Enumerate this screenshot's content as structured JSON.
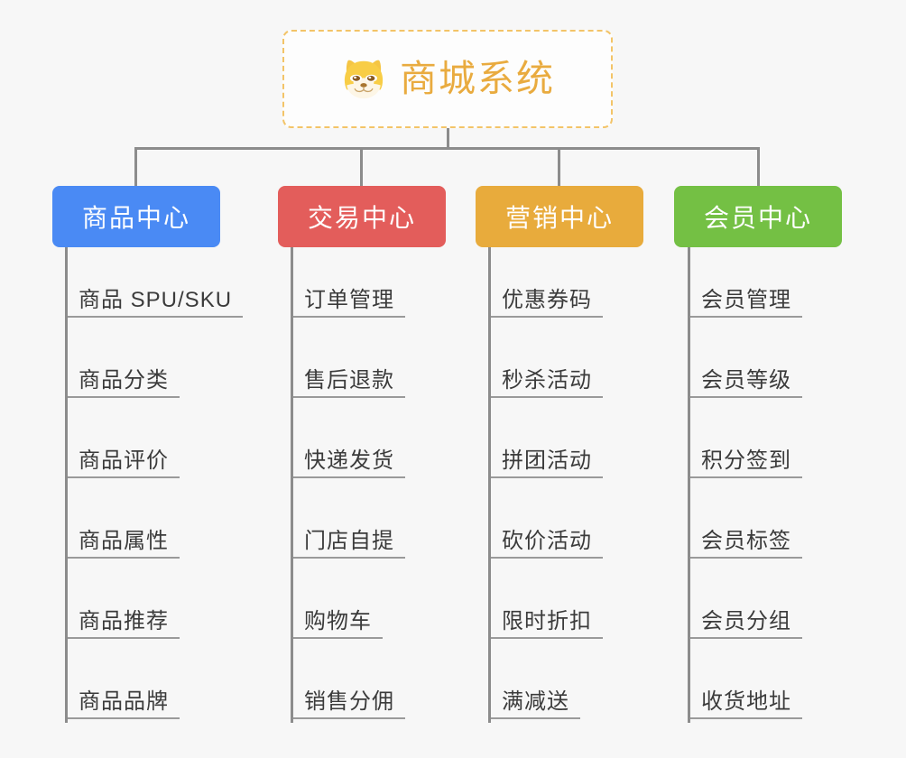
{
  "diagram": {
    "background_color": "#f7f7f7",
    "connector_color": "#8c8c8c",
    "root": {
      "title": "商城系统",
      "icon": "shiba-dog-face-icon",
      "text_color": "#e9ab3f",
      "border_color": "#f3c468",
      "background": "#fdfdfd"
    },
    "categories": [
      {
        "label": "商品中心",
        "color": "#4a8af4",
        "items": [
          "商品 SPU/SKU",
          "商品分类",
          "商品评价",
          "商品属性",
          "商品推荐",
          "商品品牌"
        ]
      },
      {
        "label": "交易中心",
        "color": "#e35d5b",
        "items": [
          "订单管理",
          "售后退款",
          "快递发货",
          "门店自提",
          "购物车",
          "销售分佣"
        ]
      },
      {
        "label": "营销中心",
        "color": "#e8ab3c",
        "items": [
          "优惠券码",
          "秒杀活动",
          "拼团活动",
          "砍价活动",
          "限时折扣",
          "满减送"
        ]
      },
      {
        "label": "会员中心",
        "color": "#74c044",
        "items": [
          "会员管理",
          "会员等级",
          "积分签到",
          "会员标签",
          "会员分组",
          "收货地址"
        ]
      }
    ]
  }
}
